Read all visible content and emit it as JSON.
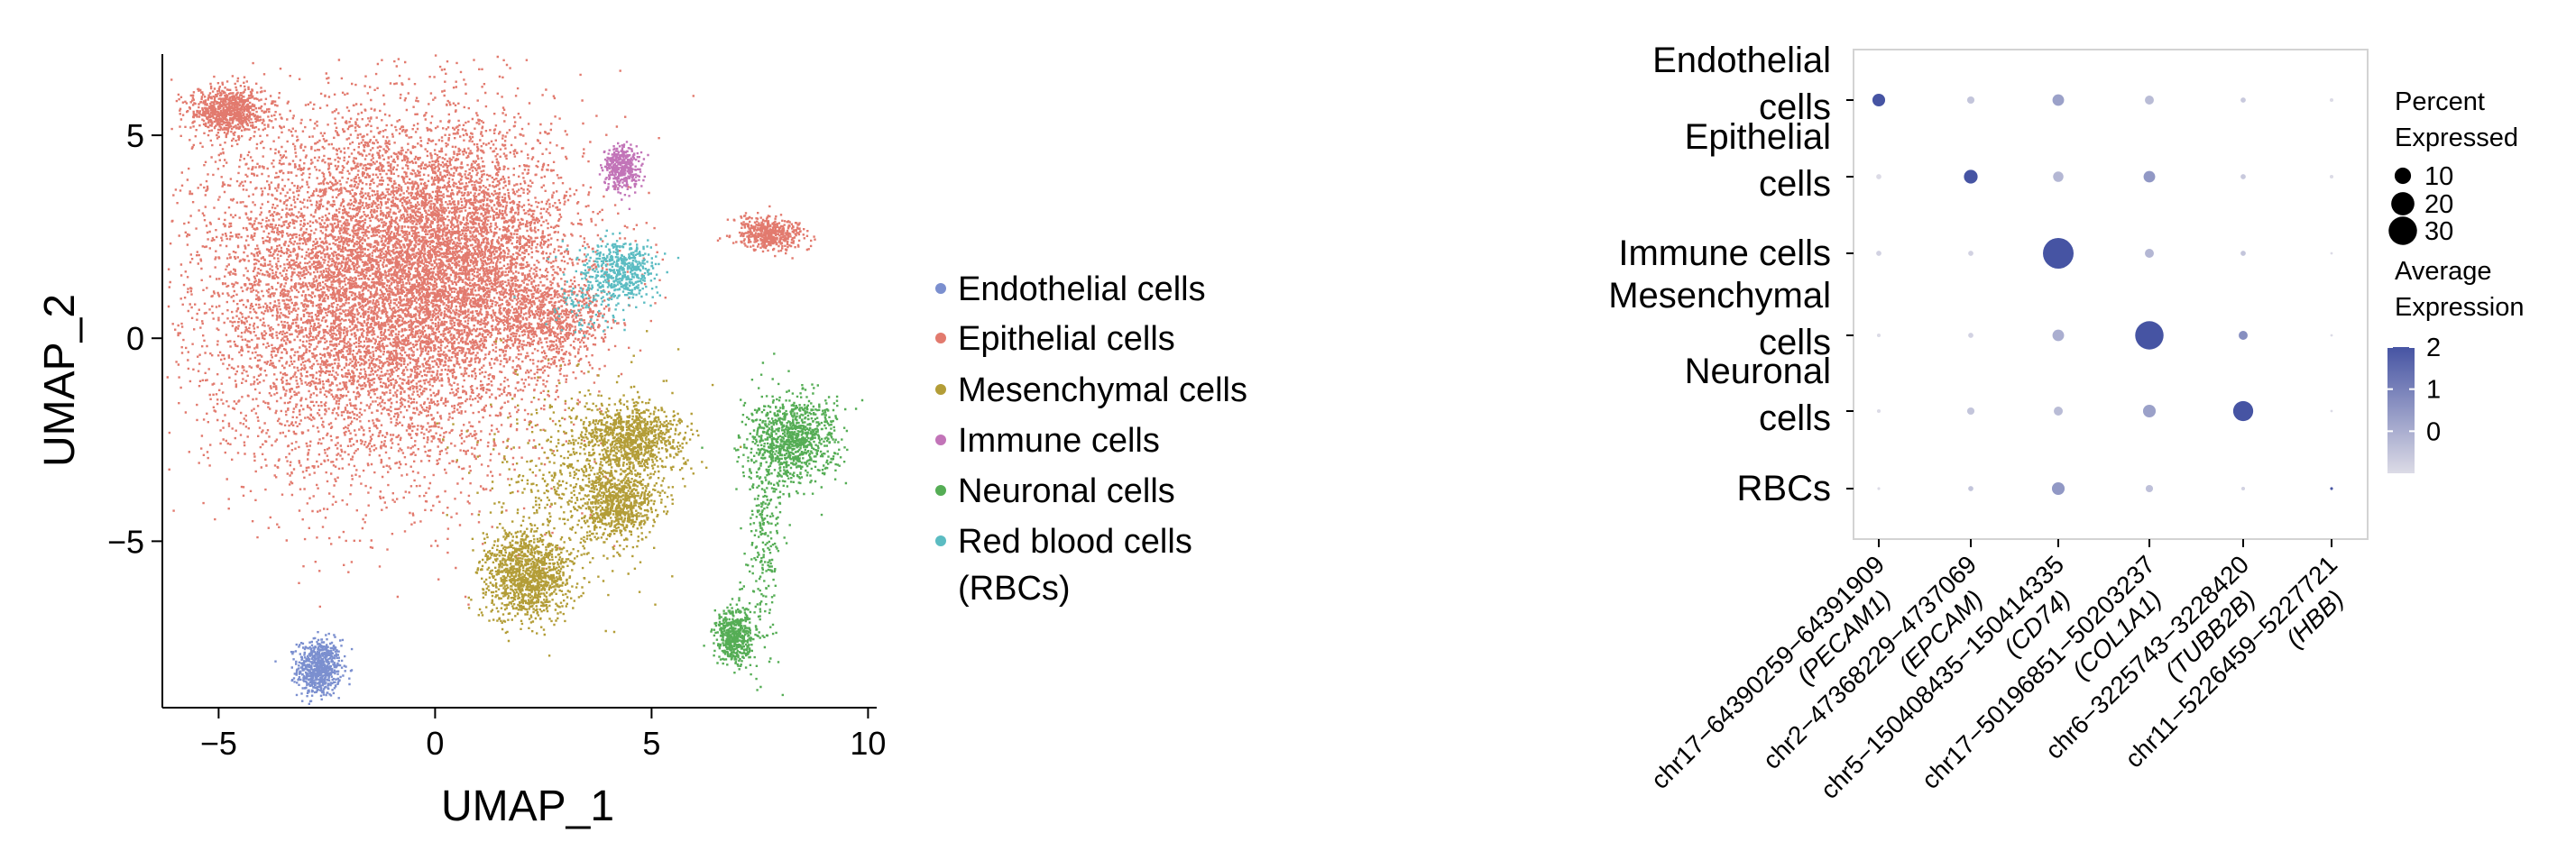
{
  "chart_data": [
    {
      "type": "scatter",
      "xlabel": "UMAP_1",
      "ylabel": "UMAP_2",
      "xlim": [
        -6.3,
        10.2
      ],
      "ylim": [
        -9.1,
        7.0
      ],
      "xticks": [
        -5,
        0,
        5,
        10
      ],
      "xtick_labels": [
        "−5",
        "0",
        "5",
        "10"
      ],
      "yticks": [
        5,
        0,
        -5
      ],
      "ytick_labels": [
        "5",
        "0",
        "−5"
      ],
      "legend_position": "right",
      "series": [
        {
          "name": "Endothelial cells",
          "color": "#7b8fcf",
          "clusters": [
            {
              "x": -2.7,
              "y": -8.1,
              "sx": 0.25,
              "sy": 0.35,
              "n": 700
            }
          ]
        },
        {
          "name": "Epithelial cells",
          "color": "#e27a6e",
          "clusters": [
            {
              "x": -1.3,
              "y": 1.2,
              "sx": 2.0,
              "sy": 2.2,
              "n": 9000
            },
            {
              "x": 0.8,
              "y": 2.2,
              "sx": 1.2,
              "sy": 1.4,
              "n": 2500
            },
            {
              "x": -4.8,
              "y": 5.6,
              "sx": 0.45,
              "sy": 0.3,
              "n": 800
            },
            {
              "x": 7.7,
              "y": 2.6,
              "sx": 0.4,
              "sy": 0.2,
              "n": 500
            },
            {
              "x": 2.8,
              "y": 0.5,
              "sx": 0.6,
              "sy": 0.5,
              "n": 600
            }
          ]
        },
        {
          "name": "Mesenchymal cells",
          "color": "#b39d37",
          "clusters": [
            {
              "x": 2.1,
              "y": -5.8,
              "sx": 0.5,
              "sy": 0.55,
              "n": 1200
            },
            {
              "x": 4.2,
              "y": -4.0,
              "sx": 0.45,
              "sy": 0.45,
              "n": 800
            },
            {
              "x": 4.5,
              "y": -2.4,
              "sx": 0.6,
              "sy": 0.4,
              "n": 900
            },
            {
              "x": 3.1,
              "y": -3.5,
              "sx": 1.0,
              "sy": 1.3,
              "n": 500
            }
          ]
        },
        {
          "name": "Immune cells",
          "color": "#c274b8",
          "clusters": [
            {
              "x": 4.3,
              "y": 4.2,
              "sx": 0.22,
              "sy": 0.28,
              "n": 400
            }
          ]
        },
        {
          "name": "Neuronal cells",
          "color": "#55ad55",
          "clusters": [
            {
              "x": 8.2,
              "y": -2.5,
              "sx": 0.5,
              "sy": 0.55,
              "n": 1000
            },
            {
              "x": 6.9,
              "y": -7.3,
              "sx": 0.22,
              "sy": 0.35,
              "n": 500
            },
            {
              "x": 7.6,
              "y": -4.8,
              "sx": 0.2,
              "sy": 1.4,
              "n": 250
            }
          ]
        },
        {
          "name": "Red blood cells\n(RBCs)",
          "color": "#5bbcc2",
          "clusters": [
            {
              "x": 4.3,
              "y": 1.7,
              "sx": 0.35,
              "sy": 0.35,
              "n": 450
            },
            {
              "x": 3.6,
              "y": 1.2,
              "sx": 0.6,
              "sy": 0.5,
              "n": 150
            }
          ]
        }
      ]
    },
    {
      "type": "dot",
      "categories_y": [
        "Endothelial\ncells",
        "Epithelial\ncells",
        "Immune cells",
        "Mesenchymal\ncells",
        "Neuronal\ncells",
        "RBCs"
      ],
      "categories_x": [
        "chr17−64390259−64391909\n(PECAM1)",
        "chr2−47368229−4737069\n(EPCAM)",
        "chr5−150408435−150414335\n(CD74)",
        "chr17−50196851−50203237\n(COL1A1)",
        "chr6−3225743−3228420\n(TUBB2B)",
        "chr11−5226459−5227721\n(HBB)"
      ],
      "percent_expressed": [
        [
          6,
          2,
          5,
          3,
          1,
          0.5
        ],
        [
          1,
          7,
          4,
          5,
          1,
          0.5
        ],
        [
          1,
          1,
          35,
          3,
          1,
          0.2
        ],
        [
          0.5,
          1,
          5,
          30,
          3,
          0.2
        ],
        [
          0.5,
          2,
          3,
          6,
          15,
          0.2
        ],
        [
          0.3,
          1,
          6,
          2,
          0.5,
          0.3
        ]
      ],
      "average_expression": [
        [
          2.0,
          -0.5,
          0.3,
          -0.3,
          -0.6,
          -1.0
        ],
        [
          -1.0,
          2.0,
          -0.2,
          0.5,
          -0.6,
          -1.0
        ],
        [
          -0.8,
          -0.8,
          2.0,
          -0.2,
          -0.5,
          -1.0
        ],
        [
          -1.0,
          -0.8,
          0.0,
          2.0,
          0.7,
          -1.0
        ],
        [
          -1.0,
          -0.5,
          -0.3,
          0.3,
          2.0,
          -1.0
        ],
        [
          -1.0,
          -0.5,
          0.5,
          -0.4,
          -0.8,
          2.0
        ]
      ],
      "size_legend": {
        "title": "Percent\nExpressed",
        "values": [
          10,
          20,
          30
        ],
        "labels": [
          "10",
          "20",
          "30"
        ]
      },
      "color_legend": {
        "title": "Average\nExpression",
        "ticks": [
          2,
          1,
          0
        ],
        "labels": [
          "2",
          "1",
          "0"
        ],
        "range": [
          -1.0,
          2.0
        ],
        "low_color": "#dcdbe6",
        "high_color": "#4654a3"
      },
      "legend_position": "right"
    }
  ]
}
